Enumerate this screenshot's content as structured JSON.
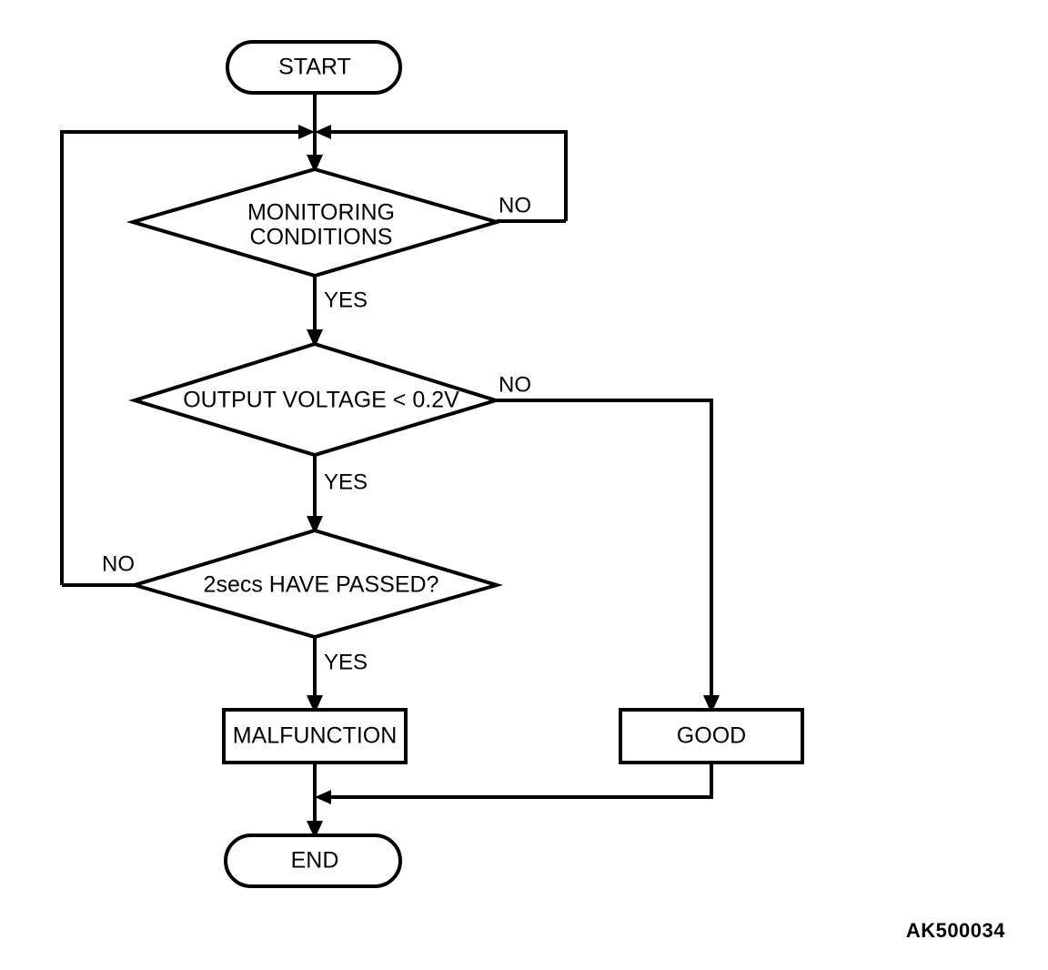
{
  "diagram": {
    "type": "flowchart",
    "title": "",
    "reference_code": "AK500034",
    "background_color": "#ffffff",
    "line_color": "#000000",
    "nodes": [
      {
        "id": "start",
        "shape": "terminator",
        "label": "START"
      },
      {
        "id": "monitoring",
        "shape": "decision",
        "label_line1": "MONITORING",
        "label_line2": "CONDITIONS"
      },
      {
        "id": "voltage",
        "shape": "decision",
        "label": "OUTPUT VOLTAGE < 0.2V"
      },
      {
        "id": "timer",
        "shape": "decision",
        "label": "2secs HAVE PASSED?"
      },
      {
        "id": "malfunction",
        "shape": "process",
        "label": "MALFUNCTION"
      },
      {
        "id": "good",
        "shape": "process",
        "label": "GOOD"
      },
      {
        "id": "end",
        "shape": "terminator",
        "label": "END"
      }
    ],
    "branch_labels": {
      "monitoring_no": "NO",
      "monitoring_yes": "YES",
      "voltage_no": "NO",
      "voltage_yes": "YES",
      "timer_no": "NO",
      "timer_yes": "YES"
    }
  }
}
